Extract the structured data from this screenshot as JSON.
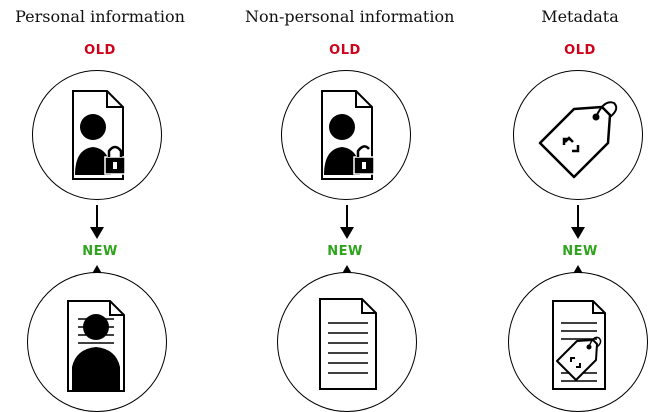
{
  "columns": [
    {
      "title": "Personal information",
      "old_label": "OLD",
      "new_label": "NEW",
      "old_icon": "locked-person-document-icon",
      "new_icon": "person-document-icon"
    },
    {
      "title": "Non-personal information",
      "old_label": "OLD",
      "new_label": "NEW",
      "old_icon": "locked-person-document-icon",
      "new_icon": "text-document-icon"
    },
    {
      "title": "Metadata",
      "old_label": "OLD",
      "new_label": "NEW",
      "old_icon": "tag-icon",
      "new_icon": "tagged-document-icon"
    }
  ],
  "colors": {
    "old": "#d0021b",
    "new": "#2ea31c",
    "stroke": "#000000"
  }
}
